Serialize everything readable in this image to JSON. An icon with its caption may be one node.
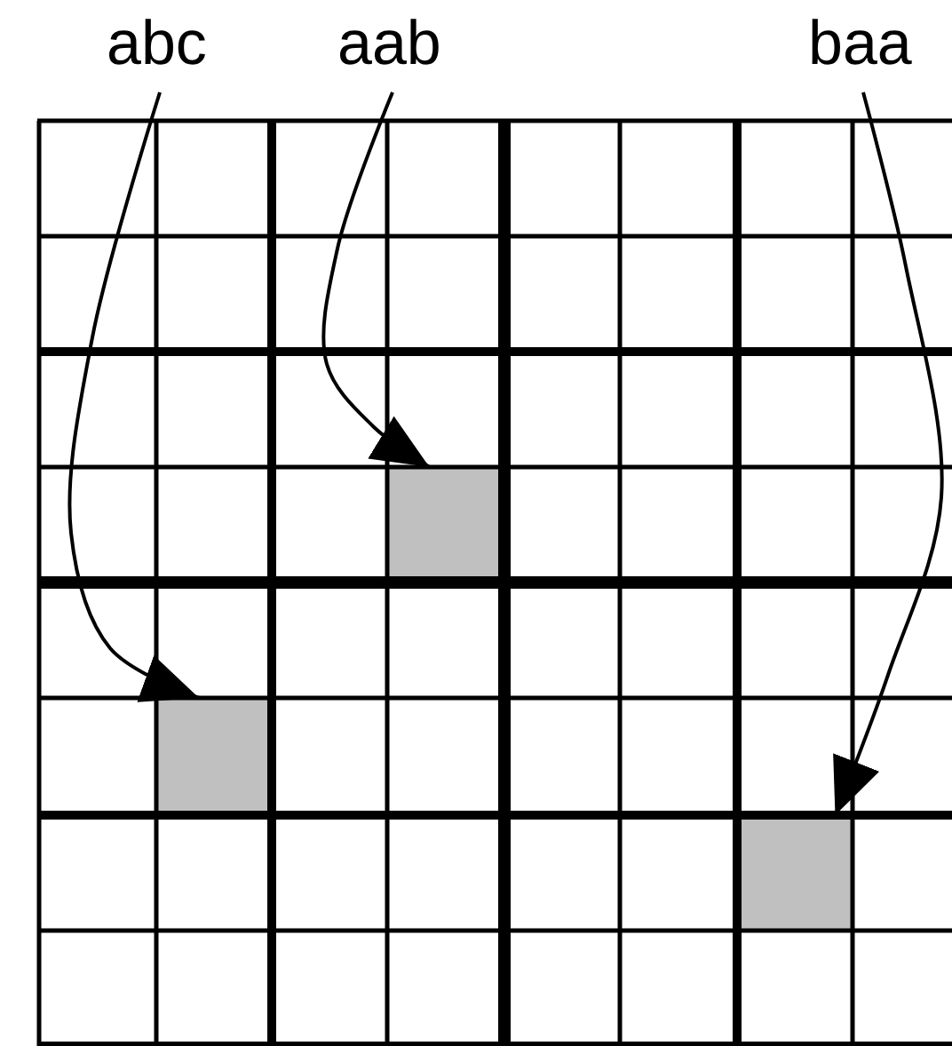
{
  "diagram": {
    "nodes": [
      {
        "text": [
          "abc"
        ]
      },
      {
        "text": [
          "aab"
        ]
      },
      {
        "text": [
          "baa"
        ]
      },
      {
        "text": [],
        "shape": "box"
      },
      {
        "text": [],
        "shape": "box"
      },
      {
        "text": [],
        "shape": "box"
      }
    ],
    "edges": [
      {
        "from": 0,
        "to": 4,
        "arrow": "to"
      },
      {
        "from": 1,
        "to": 3,
        "arrow": "to"
      },
      {
        "from": 2,
        "to": 5,
        "arrow": "to"
      }
    ]
  }
}
